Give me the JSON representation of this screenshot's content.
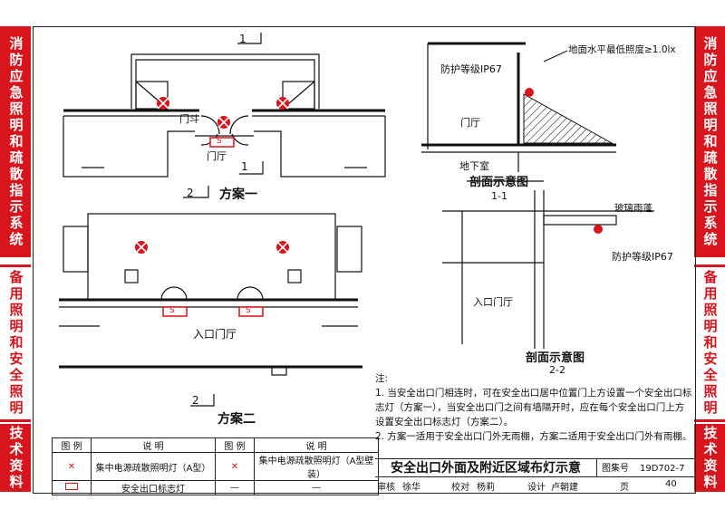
{
  "side_left": {
    "top": "消防应急照明和疏散指示系统",
    "mid": "备用照明和安全照明",
    "bot": "技术资料"
  },
  "side_right": {
    "top": "消防应急照明和疏散指示系统",
    "mid": "备用照明和安全照明",
    "bot": "技术资料"
  },
  "plan1": {
    "section_mark": "1",
    "section_mark2": "1",
    "door_bucket": "门斗",
    "hall": "门厅",
    "name_num": "2",
    "name": "方案一",
    "sign_letter": "S"
  },
  "plan2": {
    "hall": "入口门厅",
    "name_num": "2",
    "name": "方案二",
    "sign_letter": "S",
    "sign_letter2": "S"
  },
  "section1": {
    "ip": "防护等级IP67",
    "illum": "地面水平最低照度≥1.0lx",
    "hall": "门厅",
    "basement": "地下室",
    "title": "剖面示意图",
    "num": "1-1"
  },
  "section2": {
    "canopy": "玻璃雨蓬",
    "ip": "防护等级IP67",
    "hall": "入口门厅",
    "title": "剖面示意图",
    "num": "2-2"
  },
  "notes": {
    "head": "注:",
    "items": [
      "1. 当安全出口门相连时，可在安全出口居中位置门上方设置一个安全出口标志灯（方案一），当安全出口门之间有墙隔开时，应在每个安全出口门上方设置安全出口标志灯（方案二）。",
      "2. 方案一适用于安全出口门外无雨棚，方案二适用于安全出口门外有雨棚。"
    ]
  },
  "legend": {
    "head_symbol": "图 例",
    "head_desc": "说 明",
    "row1": "集中电源疏散照明灯（A型）",
    "row2": "安全出口标志灯",
    "row3": "集中电源疏散照明灯（A型壁装）",
    "dash": "—"
  },
  "title_block": {
    "title": "安全出口外面及附近区域布灯示意",
    "atlas_label": "图集号",
    "atlas": "19D702-7",
    "page_label": "页",
    "page": "40"
  },
  "signatures": {
    "review": "审核",
    "reviewer": "徐华",
    "check": "校对",
    "checker": "杨莉",
    "design": "设计",
    "designer": "卢朝建"
  },
  "colors": {
    "red": "#d8141c",
    "line": "#111111"
  }
}
